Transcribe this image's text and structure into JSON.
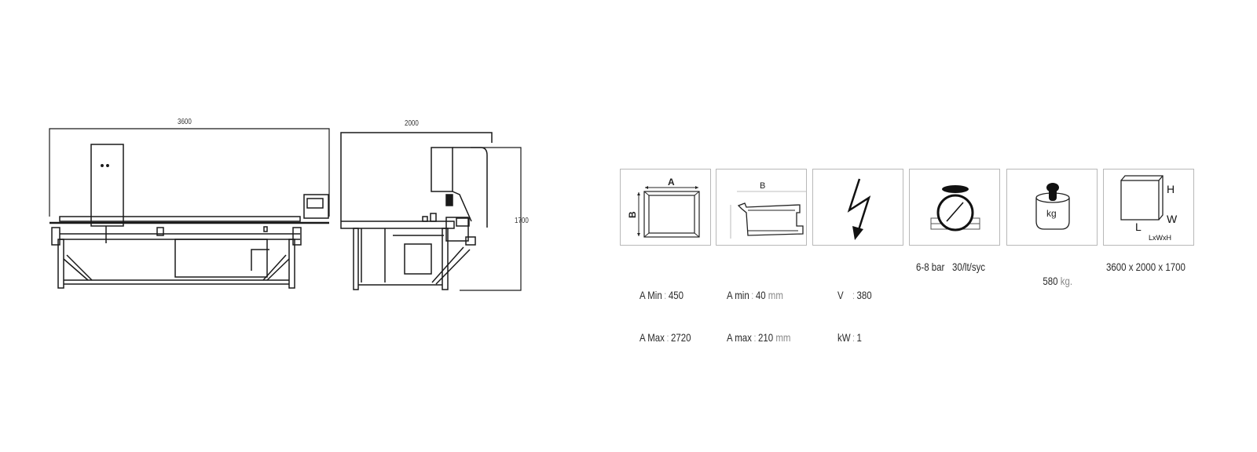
{
  "drawings": {
    "front_view": {
      "width_label": "3600"
    },
    "side_view": {
      "depth_label": "2000",
      "height_label": "1700"
    }
  },
  "specs": [
    {
      "id": "frame-size",
      "icon": "frame-dimensions-icon",
      "icon_labels": {
        "a": "A",
        "b": "B"
      },
      "rows": [
        {
          "key": "A Min",
          "sep": ":",
          "value": "450",
          "unit": ""
        },
        {
          "key": "A Max",
          "sep": ":",
          "value": "2720",
          "unit": ""
        }
      ]
    },
    {
      "id": "profile-size",
      "icon": "profile-section-icon",
      "icon_labels": {
        "b": "B"
      },
      "rows": [
        {
          "key": "A min",
          "sep": ":",
          "value": "40",
          "unit": "mm"
        },
        {
          "key": "A max",
          "sep": ":",
          "value": "210",
          "unit": "mm"
        }
      ]
    },
    {
      "id": "power",
      "icon": "lightning-bolt-icon",
      "rows": [
        {
          "key": "V",
          "sep": ":",
          "value": "380",
          "unit": ""
        },
        {
          "key": "kW",
          "sep": ":",
          "value": "1",
          "unit": ""
        }
      ]
    },
    {
      "id": "air",
      "icon": "pressure-gauge-icon",
      "text": "6-8 bar   30/lt/syc"
    },
    {
      "id": "weight",
      "icon": "weight-kg-icon",
      "icon_labels": {
        "kg": "kg"
      },
      "value": "580",
      "unit": "kg."
    },
    {
      "id": "dimensions",
      "icon": "box-dimensions-icon",
      "icon_labels": {
        "h": "H",
        "w": "W",
        "l": "L",
        "formula": "LxWxH"
      },
      "text": "3600 x 2000 x 1700"
    }
  ]
}
